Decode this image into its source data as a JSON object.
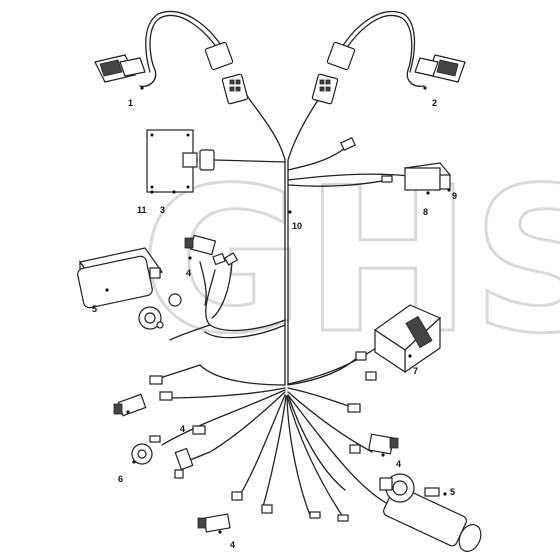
{
  "watermark": "GHS",
  "callouts": [
    {
      "id": "1",
      "text": "1"
    },
    {
      "id": "2",
      "text": "2"
    },
    {
      "id": "3",
      "text": "3"
    },
    {
      "id": "4a",
      "text": "4"
    },
    {
      "id": "4b",
      "text": "4"
    },
    {
      "id": "4c",
      "text": "4"
    },
    {
      "id": "4d",
      "text": "4"
    },
    {
      "id": "5a",
      "text": "5"
    },
    {
      "id": "5b",
      "text": "5"
    },
    {
      "id": "6",
      "text": "6"
    },
    {
      "id": "7",
      "text": "7"
    },
    {
      "id": "8",
      "text": "8"
    },
    {
      "id": "9",
      "text": "9"
    },
    {
      "id": "10",
      "text": "10"
    },
    {
      "id": "11",
      "text": "11"
    }
  ]
}
